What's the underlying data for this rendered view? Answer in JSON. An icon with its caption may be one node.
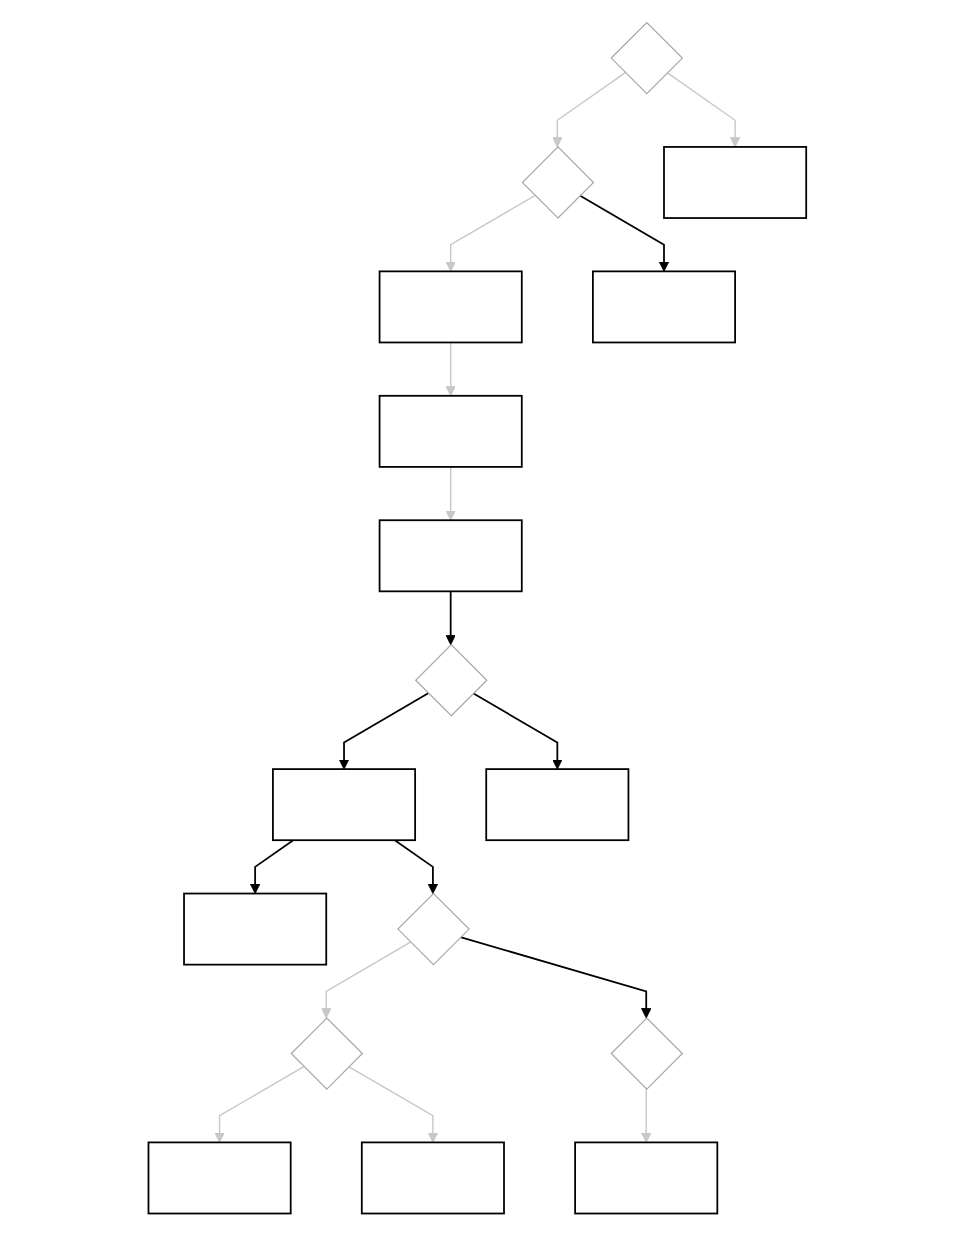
{
  "diagram": {
    "nodes": [
      {
        "text": [],
        "shape": "box"
      },
      {
        "text": [],
        "shape": "diamond"
      },
      {
        "text": [],
        "shape": "box"
      },
      {
        "text": [],
        "shape": "box"
      },
      {
        "text": [],
        "shape": "box"
      },
      {
        "text": [],
        "shape": "box"
      },
      {
        "text": [],
        "shape": "box"
      },
      {
        "text": [],
        "shape": "box"
      },
      {
        "text": [],
        "shape": "diamond"
      },
      {
        "text": [],
        "shape": "diamond"
      },
      {
        "text": [],
        "shape": "diamond"
      },
      {
        "text": [],
        "shape": "box"
      },
      {
        "text": [],
        "shape": "diamond"
      },
      {
        "text": [],
        "shape": "box"
      },
      {
        "text": [],
        "shape": "diamond"
      },
      {
        "text": [],
        "shape": "box"
      },
      {
        "text": [],
        "shape": "box"
      }
    ],
    "edges": [
      {
        "from": 0,
        "to": 1,
        "arrow": "to",
        "color": "#000000"
      },
      {
        "from": 1,
        "to": 2,
        "arrow": "to",
        "color": "#000000"
      },
      {
        "from": 1,
        "to": 6,
        "arrow": "to",
        "color": "#000000"
      },
      {
        "from": 2,
        "to": 3,
        "arrow": "to",
        "color": "#000000"
      },
      {
        "from": 2,
        "to": 8,
        "arrow": "to",
        "color": "#000000"
      },
      {
        "from": 8,
        "to": 9,
        "arrow": "to"
      },
      {
        "from": 9,
        "to": 4,
        "arrow": "to"
      },
      {
        "from": 9,
        "to": 13,
        "arrow": "to"
      },
      {
        "from": 8,
        "to": 12,
        "arrow": "to",
        "color": "#000000"
      },
      {
        "from": 12,
        "to": 16,
        "arrow": "to"
      },
      {
        "from": 14,
        "to": 10,
        "arrow": "to"
      },
      {
        "from": 10,
        "to": 7,
        "arrow": "to"
      },
      {
        "from": 7,
        "to": 5,
        "arrow": "to"
      },
      {
        "from": 5,
        "to": 0,
        "arrow": "to"
      },
      {
        "from": 10,
        "to": 11,
        "arrow": "to",
        "color": "#000000"
      },
      {
        "from": 14,
        "to": 15,
        "arrow": "to"
      }
    ]
  }
}
